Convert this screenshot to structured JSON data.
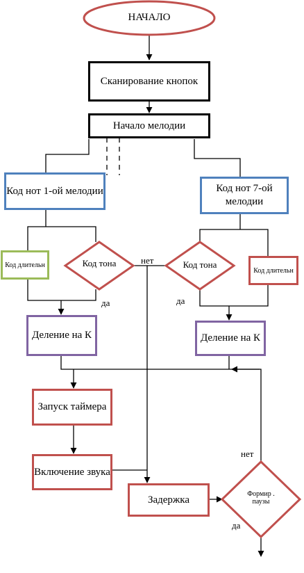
{
  "colors": {
    "red": "#c0504d",
    "blue": "#4f81bd",
    "green": "#9bbb59",
    "purple": "#8064a2",
    "black": "#000000"
  },
  "nodes": {
    "start": "НАЧАЛО",
    "scan_buttons": "Сканирование кнопок",
    "melody_start": "Начало мелодии",
    "notes_code_1": "Код нот 1-ой мелодии",
    "notes_code_7": "Код нот 7-ой мелодии",
    "duration_code_left": "Код длительн",
    "tone_code_left": "Код тона",
    "tone_code_right": "Код тона",
    "duration_code_right": "Код длительн",
    "divide_left": "Деление на К",
    "divide_right": "Деление на К",
    "timer_start": "Запуск таймера",
    "sound_on": "Включение звука",
    "delay": "Задержка",
    "pause_form": "Формир . паузы"
  },
  "labels": {
    "no_middle": "нет",
    "yes_left": "да",
    "yes_right": "да",
    "no_pause": "нет",
    "yes_pause": "да"
  }
}
